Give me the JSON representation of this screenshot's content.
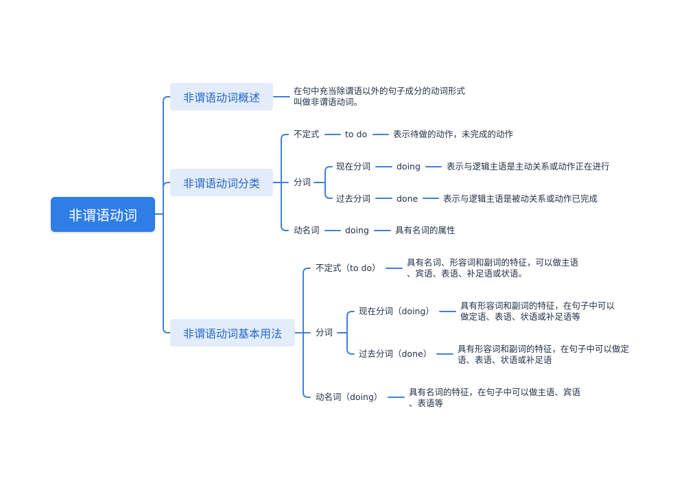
{
  "root": {
    "label": "非谓语动词"
  },
  "definition": {
    "title": "非谓语动词概述",
    "text": [
      "在句中充当除谓语以外的句子成分的动词形式",
      "叫做非谓语动词。"
    ]
  },
  "classification": {
    "title": "非谓语动词分类",
    "infinitive": {
      "label": "不定式",
      "form": "to do",
      "desc": "表示待做的动作，未完成的动作"
    },
    "participle": {
      "label": "分词",
      "present": {
        "label": "现在分词",
        "form": "doing",
        "desc": "表示与逻辑主语是主动关系或动作正在进行"
      },
      "past": {
        "label": "过去分词",
        "form": "done",
        "desc": "表示与逻辑主语是被动关系或动作已完成"
      }
    },
    "gerund": {
      "label": "动名词",
      "form": "doing",
      "desc": "具有名词的属性"
    }
  },
  "usage": {
    "title": "非谓语动词基本用法",
    "infinitive": {
      "label": "不定式（to do）",
      "desc": [
        "具有名词、形容词和副词的特征，可以做主语",
        "、宾语、表语、补足语或状语。"
      ]
    },
    "participle": {
      "label": "分词",
      "present": {
        "label": "现在分词（doing）",
        "desc": [
          "具有形容词和副词的特征，在句子中可以",
          "做定语、表语、状语或补足语等"
        ]
      },
      "past": {
        "label": "过去分词（done）",
        "desc": [
          "具有形容词和副词的特征，在句子中可以做定",
          "语、表语、状语或补足语"
        ]
      }
    },
    "gerund": {
      "label": "动名词（doing）",
      "desc": [
        "具有名词的特征，在句子中可以做主语、宾语",
        "、表语等"
      ]
    }
  },
  "colors": {
    "root": "#2f7de6",
    "branch_bg": "#e3ecfb",
    "branch_text": "#2467c7",
    "line": "#3f7fd8"
  }
}
